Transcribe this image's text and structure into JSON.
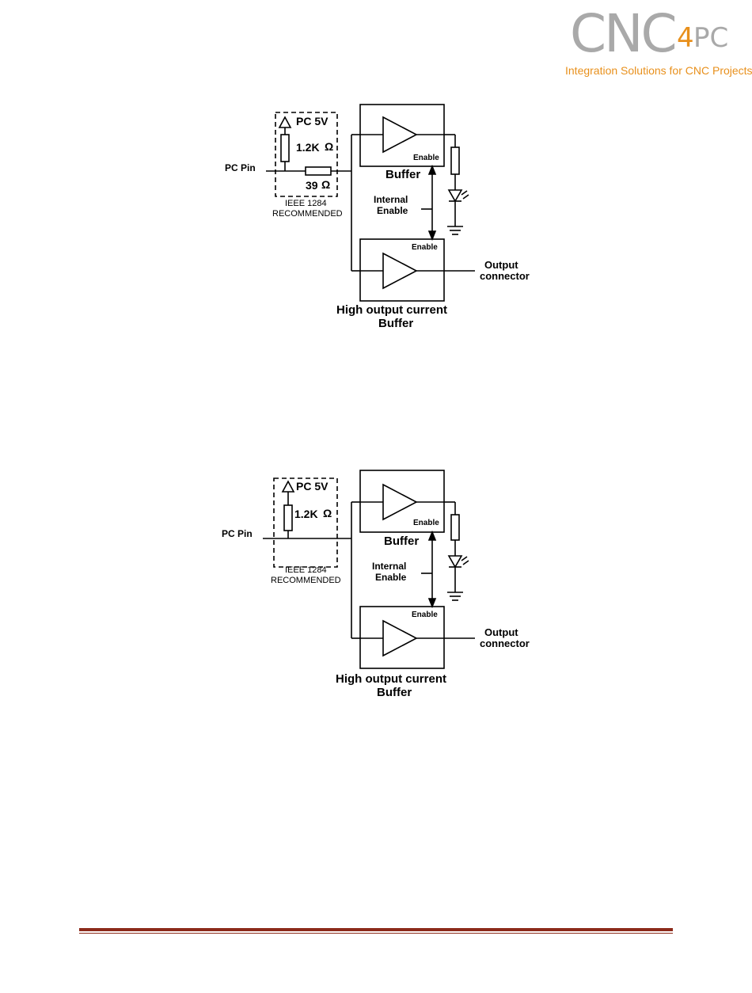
{
  "logo": {
    "main": "CNC",
    "four": "4",
    "pc": "PC",
    "tagline": "Integration Solutions for CNC Projects",
    "grey": "#a9a9a9",
    "accent": "#e8901c"
  },
  "diagram1": {
    "pc_5v": "PC  5V",
    "resistor_pullup": "1.2K",
    "resistor_series": "39",
    "ohm": "Ω",
    "pc_pin": "PC Pin",
    "ieee": "IEEE 1284",
    "recommended": "RECOMMENDED",
    "buffer": "Buffer",
    "enable_top": "Enable",
    "internal": "Internal",
    "enable_mid": "Enable",
    "enable_bottom": "Enable",
    "output": "Output",
    "connector": "connector",
    "high_output": "High output current",
    "buffer_bottom": "Buffer"
  },
  "diagram2": {
    "pc_5v": "PC  5V",
    "resistor_pullup": "1.2K",
    "ohm": "Ω",
    "pc_pin": "PC Pin",
    "ieee": "IEEE 1284",
    "recommended": "RECOMMENDED",
    "buffer": "Buffer",
    "enable_top": "Enable",
    "internal": "Internal",
    "enable_mid": "Enable",
    "enable_bottom": "Enable",
    "output": "Output",
    "connector": "connector",
    "high_output": "High output current",
    "buffer_bottom": "Buffer"
  },
  "footer": {
    "rule_color": "#8c2a1a"
  }
}
